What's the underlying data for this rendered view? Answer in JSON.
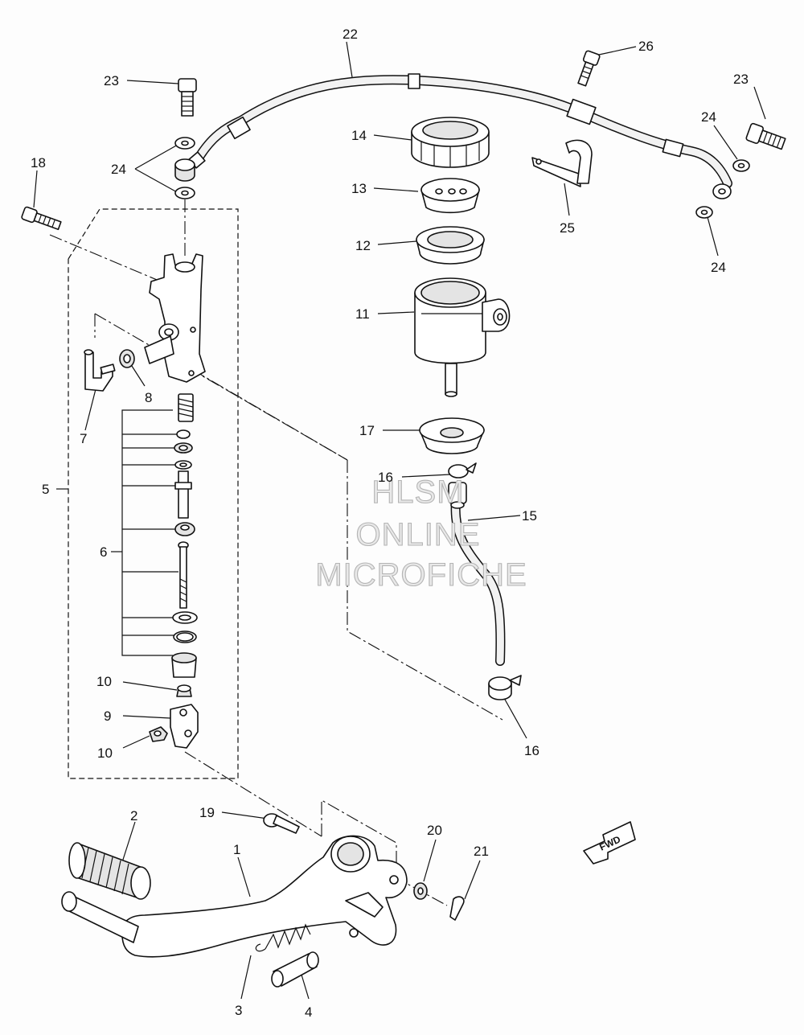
{
  "callouts": [
    "1",
    "2",
    "3",
    "4",
    "5",
    "6",
    "7",
    "8",
    "9",
    "10",
    "10",
    "11",
    "12",
    "13",
    "14",
    "15",
    "16",
    "16",
    "17",
    "18",
    "19",
    "20",
    "21",
    "22",
    "23",
    "23",
    "24",
    "24",
    "24",
    "25",
    "26"
  ],
  "watermark": [
    "HLSM",
    "ONLINE",
    "MICROFICHE"
  ],
  "fwd_label": "FWD"
}
